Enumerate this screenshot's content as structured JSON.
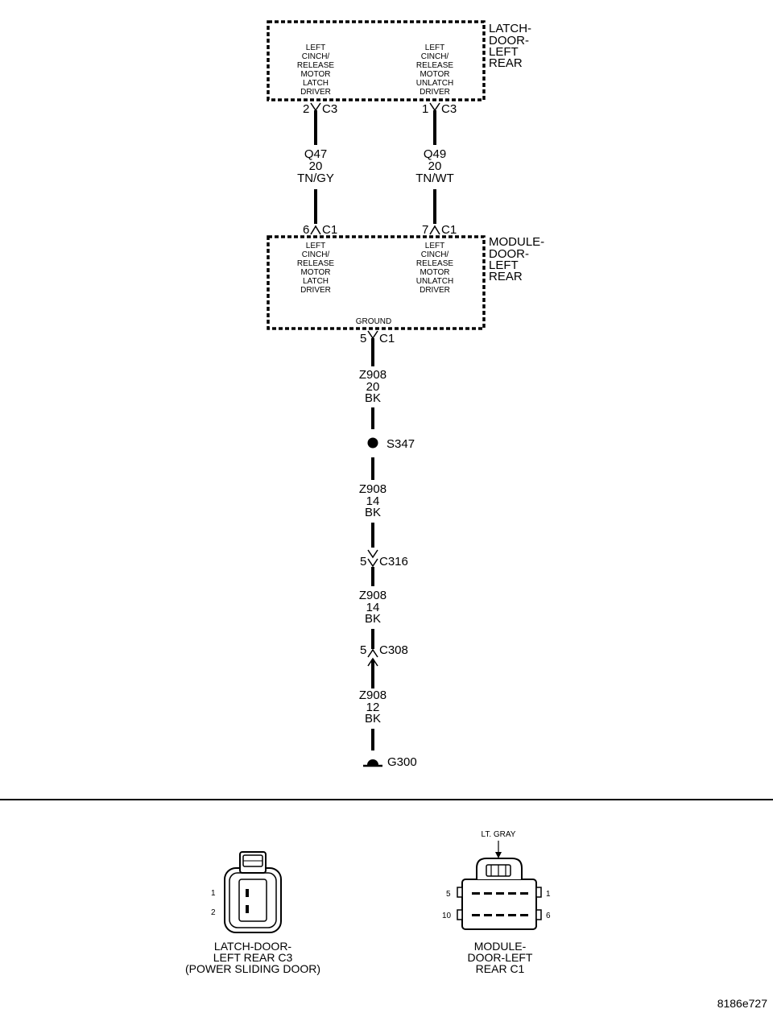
{
  "latch": {
    "name": [
      "LATCH-",
      "DOOR-",
      "LEFT",
      "REAR"
    ],
    "pin_left": [
      "LEFT",
      "CINCH/",
      "RELEASE",
      "MOTOR",
      "LATCH",
      "DRIVER"
    ],
    "pin_right": [
      "LEFT",
      "CINCH/",
      "RELEASE",
      "MOTOR",
      "UNLATCH",
      "DRIVER"
    ],
    "conn_left_pin": "2",
    "conn_left_name": "C3",
    "conn_right_pin": "1",
    "conn_right_name": "C3"
  },
  "wires_upper": {
    "left": [
      "Q47",
      "20",
      "TN/GY"
    ],
    "right": [
      "Q49",
      "20",
      "TN/WT"
    ]
  },
  "module": {
    "name": [
      "MODULE-",
      "DOOR-",
      "LEFT",
      "REAR"
    ],
    "conn_left_pin": "6",
    "conn_left_name": "C1",
    "conn_right_pin": "7",
    "conn_right_name": "C1",
    "pin_left": [
      "LEFT",
      "CINCH/",
      "RELEASE",
      "MOTOR",
      "LATCH",
      "DRIVER"
    ],
    "pin_right": [
      "LEFT",
      "CINCH/",
      "RELEASE",
      "MOTOR",
      "UNLATCH",
      "DRIVER"
    ],
    "ground_label": "GROUND",
    "ground_conn_pin": "5",
    "ground_conn_name": "C1"
  },
  "ground_path": {
    "wire1": [
      "Z908",
      "20",
      "BK"
    ],
    "splice": "S347",
    "wire2": [
      "Z908",
      "14",
      "BK"
    ],
    "conn1_pin": "5",
    "conn1_name": "C316",
    "wire3": [
      "Z908",
      "14",
      "BK"
    ],
    "conn2_pin": "5",
    "conn2_name": "C308",
    "wire4": [
      "Z908",
      "12",
      "BK"
    ],
    "ground": "G300"
  },
  "connector_views": {
    "latch_c3": {
      "pins": [
        "1",
        "2"
      ],
      "caption": [
        "LATCH-DOOR-",
        "LEFT REAR C3",
        "(POWER SLIDING DOOR)"
      ]
    },
    "module_c1": {
      "color_note": "LT. GRAY",
      "pins": [
        "5",
        "1",
        "10",
        "6"
      ],
      "caption": [
        "MODULE-",
        "DOOR-LEFT",
        "REAR C1"
      ]
    }
  },
  "figure_id": "8186e727"
}
